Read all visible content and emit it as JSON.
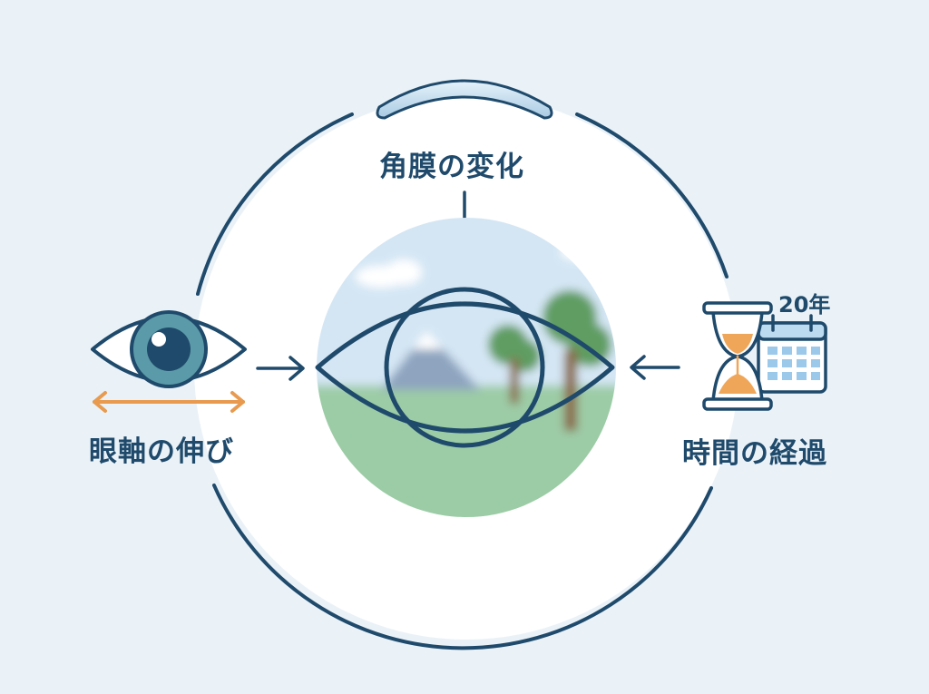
{
  "labels": {
    "cornea": "角膜の変化",
    "axial": "眼軸の伸び",
    "time": "時間の経過",
    "years": "20年"
  },
  "colors": {
    "background": "#eaf2f8",
    "stroke": "#1f4a6b",
    "iris": "#5b9aa8",
    "arrow_orange": "#e89a4f",
    "sand": "#f0a659",
    "lens": "#cfe3f1",
    "sky": "#cfe3f3",
    "grass": "#8fc49a",
    "calendar": "#bcdaf0"
  },
  "icons": {
    "cornea": "contact-lens-icon",
    "axial": "eye-icon",
    "time": "hourglass-icon",
    "calendar": "calendar-icon",
    "center": "blurred-vision-eye-icon"
  }
}
